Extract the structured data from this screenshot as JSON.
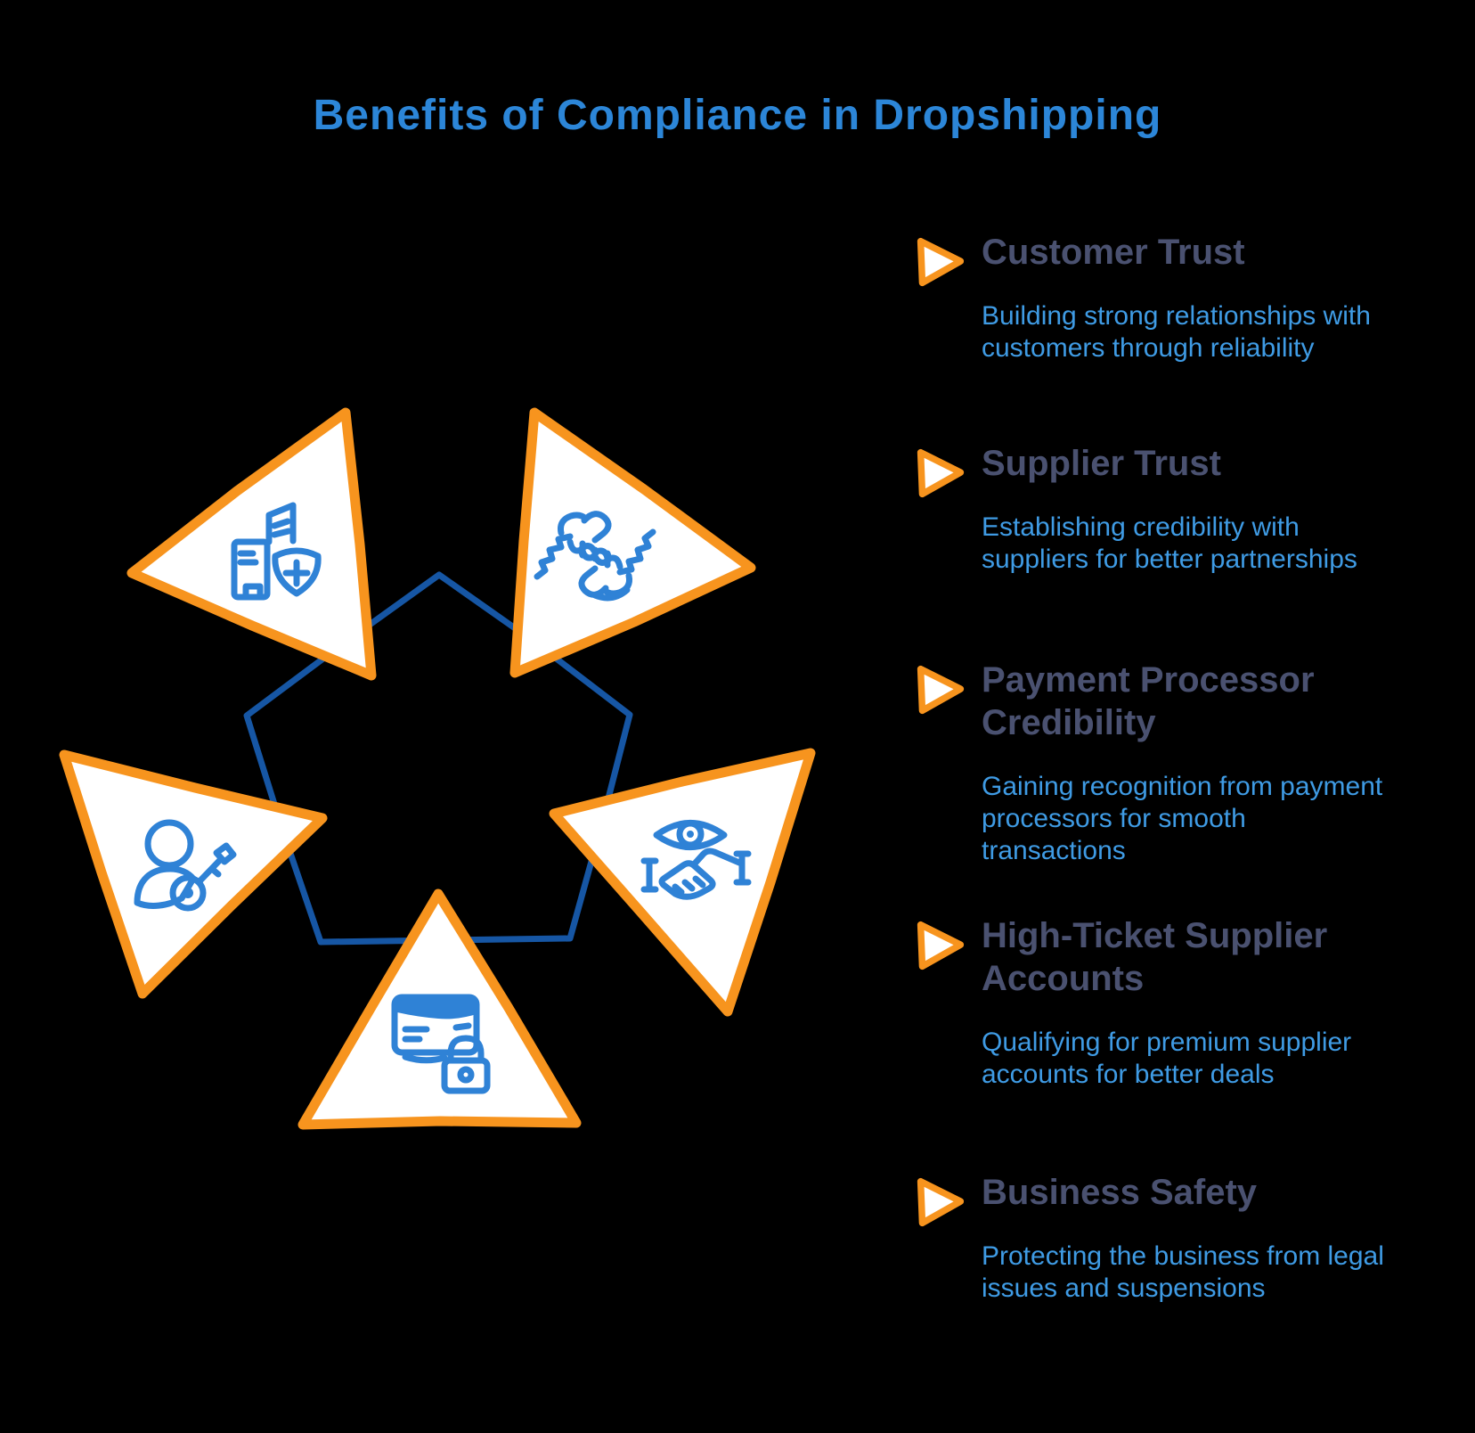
{
  "title": "Benefits of Compliance in Dropshipping",
  "colors": {
    "bg": "#000000",
    "title-blue": "#2c86d8",
    "heading-slate": "#4a5170",
    "body-blue": "#3f9be4",
    "orange": "#f7941e",
    "pentagon-blue": "#1656a4",
    "icon-blue": "#2f82d6",
    "triangle-fill": "#ffffff"
  },
  "diagram": {
    "shape": "pentagon",
    "triangles": [
      {
        "position": "top-left",
        "icon": "building-shield-icon"
      },
      {
        "position": "top-right",
        "icon": "hands-together-icon"
      },
      {
        "position": "left",
        "icon": "user-key-icon"
      },
      {
        "position": "right",
        "icon": "eye-handshake-icon"
      },
      {
        "position": "bottom",
        "icon": "card-lock-icon"
      }
    ]
  },
  "benefits": [
    {
      "heading": "Customer Trust",
      "description": "Building strong relationships with customers through reliability"
    },
    {
      "heading": "Supplier Trust",
      "description": "Establishing credibility with suppliers for better partnerships"
    },
    {
      "heading": "Payment Processor Credibility",
      "description": "Gaining recognition from payment processors for smooth transactions"
    },
    {
      "heading": "High-Ticket Supplier Accounts",
      "description": "Qualifying for premium supplier accounts for better deals"
    },
    {
      "heading": "Business Safety",
      "description": "Protecting the business from legal issues and suspensions"
    }
  ]
}
